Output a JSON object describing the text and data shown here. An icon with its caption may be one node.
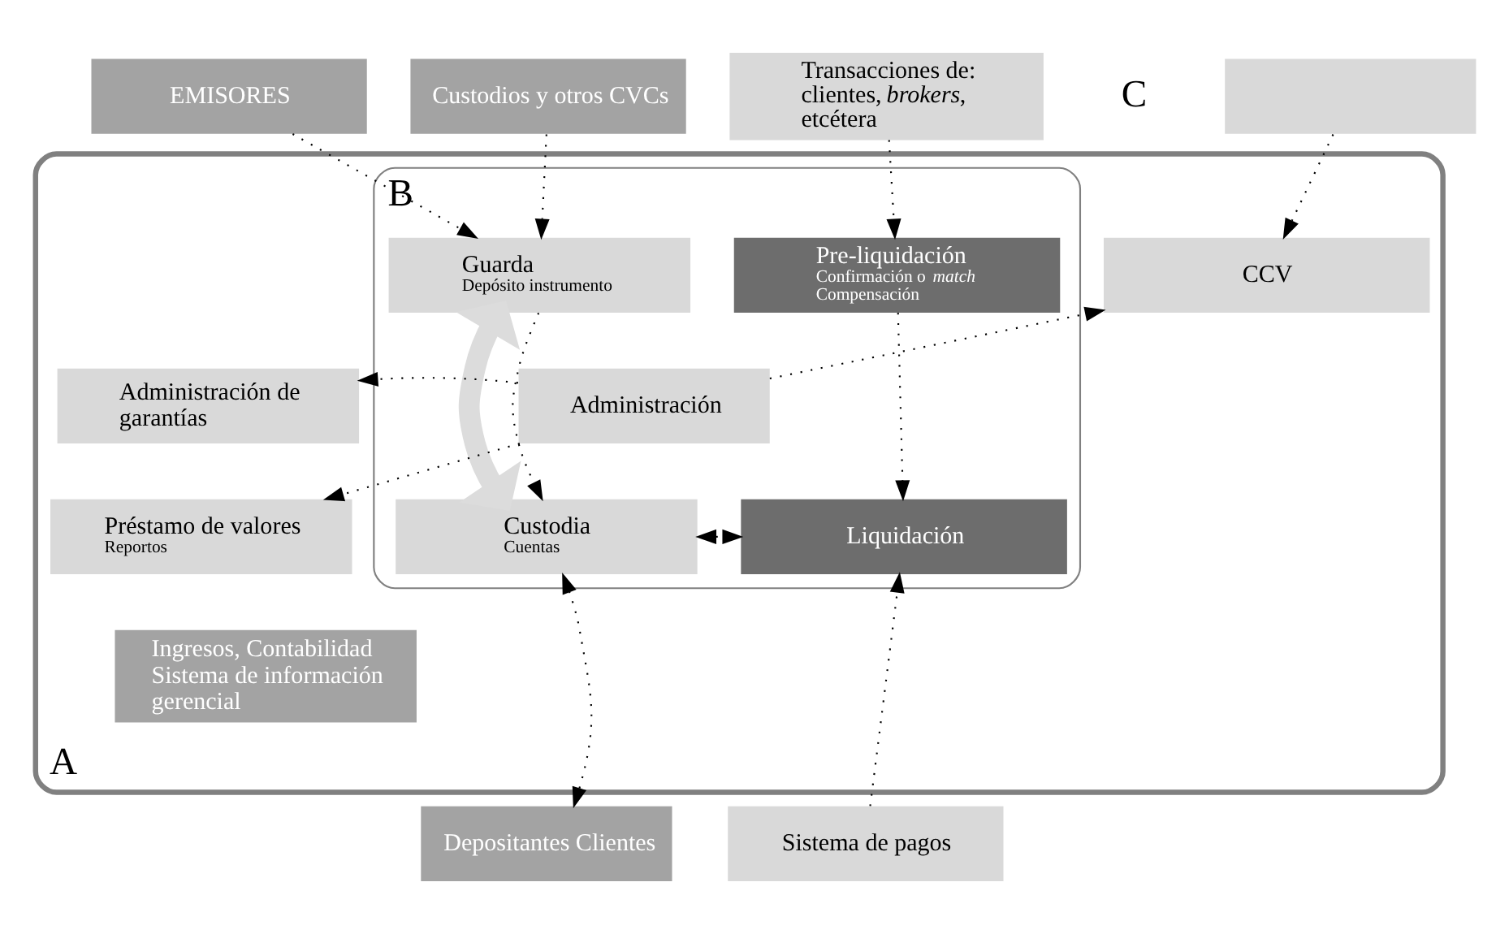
{
  "diagram": {
    "nodes": [
      {
        "text": [
          "EMISORES"
        ]
      },
      {
        "text": [
          "Custodios y otros CVCs"
        ]
      },
      {
        "text": [
          "Transacciones de: clientes, *brokers*, etcétera"
        ]
      },
      {
        "text": [],
        "shape": "box"
      },
      {
        "text": [
          "A"
        ]
      },
      {
        "text": [
          "B"
        ],
        "in": 4
      },
      {
        "text": [
          "Guarda",
          "Depósito instrumento"
        ],
        "in": 5
      },
      {
        "text": [
          "Administración"
        ],
        "in": 5
      },
      {
        "text": [
          "Custodia",
          "Cuentas"
        ],
        "in": 5
      },
      {
        "text": [
          "Pre-liquidación",
          "Confirmación o *match* Compensación"
        ],
        "in": 5
      },
      {
        "text": [
          "Liquidación"
        ],
        "in": 5
      },
      {
        "text": [
          "CCV"
        ],
        "in": 4
      },
      {
        "text": [
          "Administración de garantías"
        ],
        "in": 4
      },
      {
        "text": [
          "Préstamo de valores",
          "Reportos"
        ],
        "in": 4
      },
      {
        "text": [
          "Ingresos, Contabilidad Sistema de información gerencial"
        ],
        "in": 4
      },
      {
        "text": [
          "Depositantes Clientes"
        ]
      },
      {
        "text": [
          "Sistema de pagos"
        ]
      }
    ],
    "edges": [
      {
        "from": 0,
        "to": 6,
        "arrow": "to",
        "style": "dashed"
      },
      {
        "from": 1,
        "to": 6,
        "arrow": "to",
        "style": "dashed"
      },
      {
        "from": 2,
        "to": 9,
        "arrow": "to",
        "style": "dashed"
      },
      {
        "from": 3,
        "to": 11,
        "arrow": "to",
        "style": "dashed"
      },
      {
        "from": 7,
        "to": 11,
        "arrow": "to",
        "style": "dashed"
      },
      {
        "from": 7,
        "to": 12,
        "arrow": "to",
        "style": "dashed"
      },
      {
        "from": 7,
        "to": 13,
        "arrow": "to",
        "style": "dashed"
      },
      {
        "from": 6,
        "to": 8,
        "arrow": "both",
        "style": "thick",
        "color": "#dcdcdc"
      },
      {
        "from": 6,
        "to": 8,
        "arrow": "to",
        "style": "dashed"
      },
      {
        "from": 9,
        "to": 10,
        "arrow": "to",
        "style": "dashed"
      },
      {
        "from": 8,
        "to": 10,
        "arrow": "both",
        "style": "dashed"
      },
      {
        "from": 15,
        "to": 8,
        "arrow": "both",
        "style": "dashed"
      },
      {
        "from": 16,
        "to": 10,
        "arrow": "to",
        "style": "dashed"
      }
    ],
    "labels": [
      "C"
    ]
  }
}
